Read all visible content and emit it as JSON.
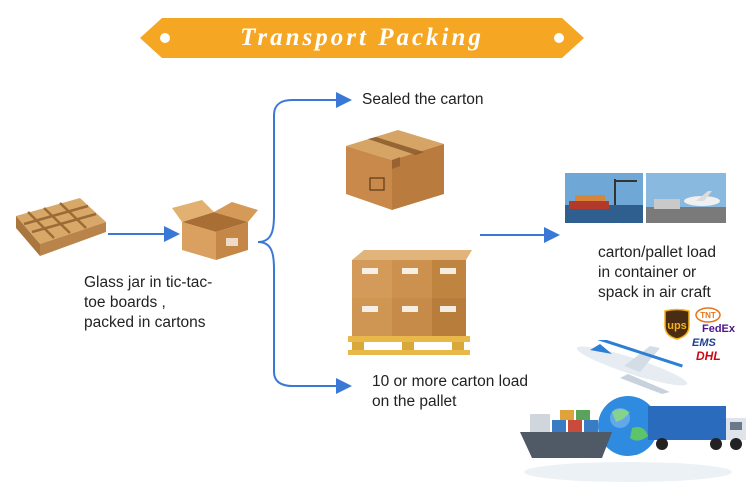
{
  "banner": {
    "title": "Transport Packing",
    "color": "#f5a623"
  },
  "steps": {
    "glass_jar": [
      "Glass jar in tic-tac-",
      "toe boards ,",
      "packed in cartons"
    ],
    "sealed": "Sealed the carton",
    "pallet": [
      "10 or more carton load",
      "on the pallet"
    ],
    "container": [
      "carton/pallet load",
      "in container or",
      "spack in air craft"
    ]
  },
  "brands": {
    "ups": "ups",
    "tnt": "TNT",
    "fedex": "FedEx",
    "ems": "EMS",
    "dhl": "DHL"
  },
  "colors": {
    "arrow": "#3a78d8",
    "carton": "#c98f4f",
    "carton_dark": "#a86e34",
    "tape": "#8a5a2b",
    "pallet": "#e8b84a"
  }
}
